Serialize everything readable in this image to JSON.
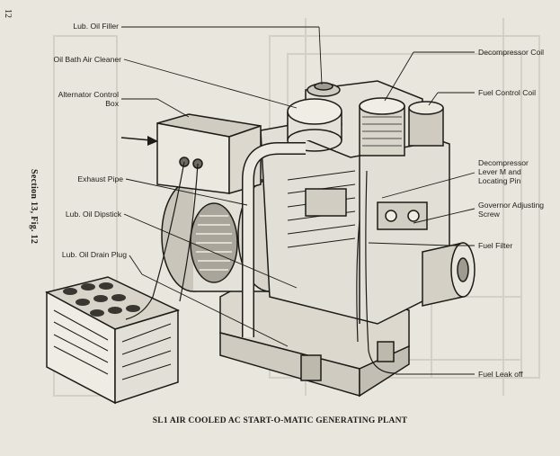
{
  "page": {
    "number": "12",
    "section": "Section 13, Fig. 12"
  },
  "caption": "SL1 AIR COOLED AC START-O-MATIC GENERATING PLANT",
  "labels": {
    "lub_oil_filler": "Lub. Oil Filler",
    "oil_bath_air_cleaner": "Oil Bath Air Cleaner",
    "alternator_control_box": "Alternator Control\nBox",
    "exhaust_pipe": "Exhaust Pipe",
    "lub_oil_dipstick": "Lub. Oil Dipstick",
    "lub_oil_drain_plug": "Lub. Oil Drain Plug",
    "decompressor_coil": "Decompressor Coil",
    "fuel_control_coil": "Fuel Control Coil",
    "decompressor_lever": "Decompressor\nLever M and\nLocating Pin",
    "governor_adjusting_screw": "Governor Adjusting\nScrew",
    "fuel_filter": "Fuel Filter",
    "fuel_leak_off": "Fuel Leak off"
  },
  "colors": {
    "paper": "#e9e6dd",
    "ink": "#1d1b17",
    "ghost": "#d4d0c5"
  }
}
